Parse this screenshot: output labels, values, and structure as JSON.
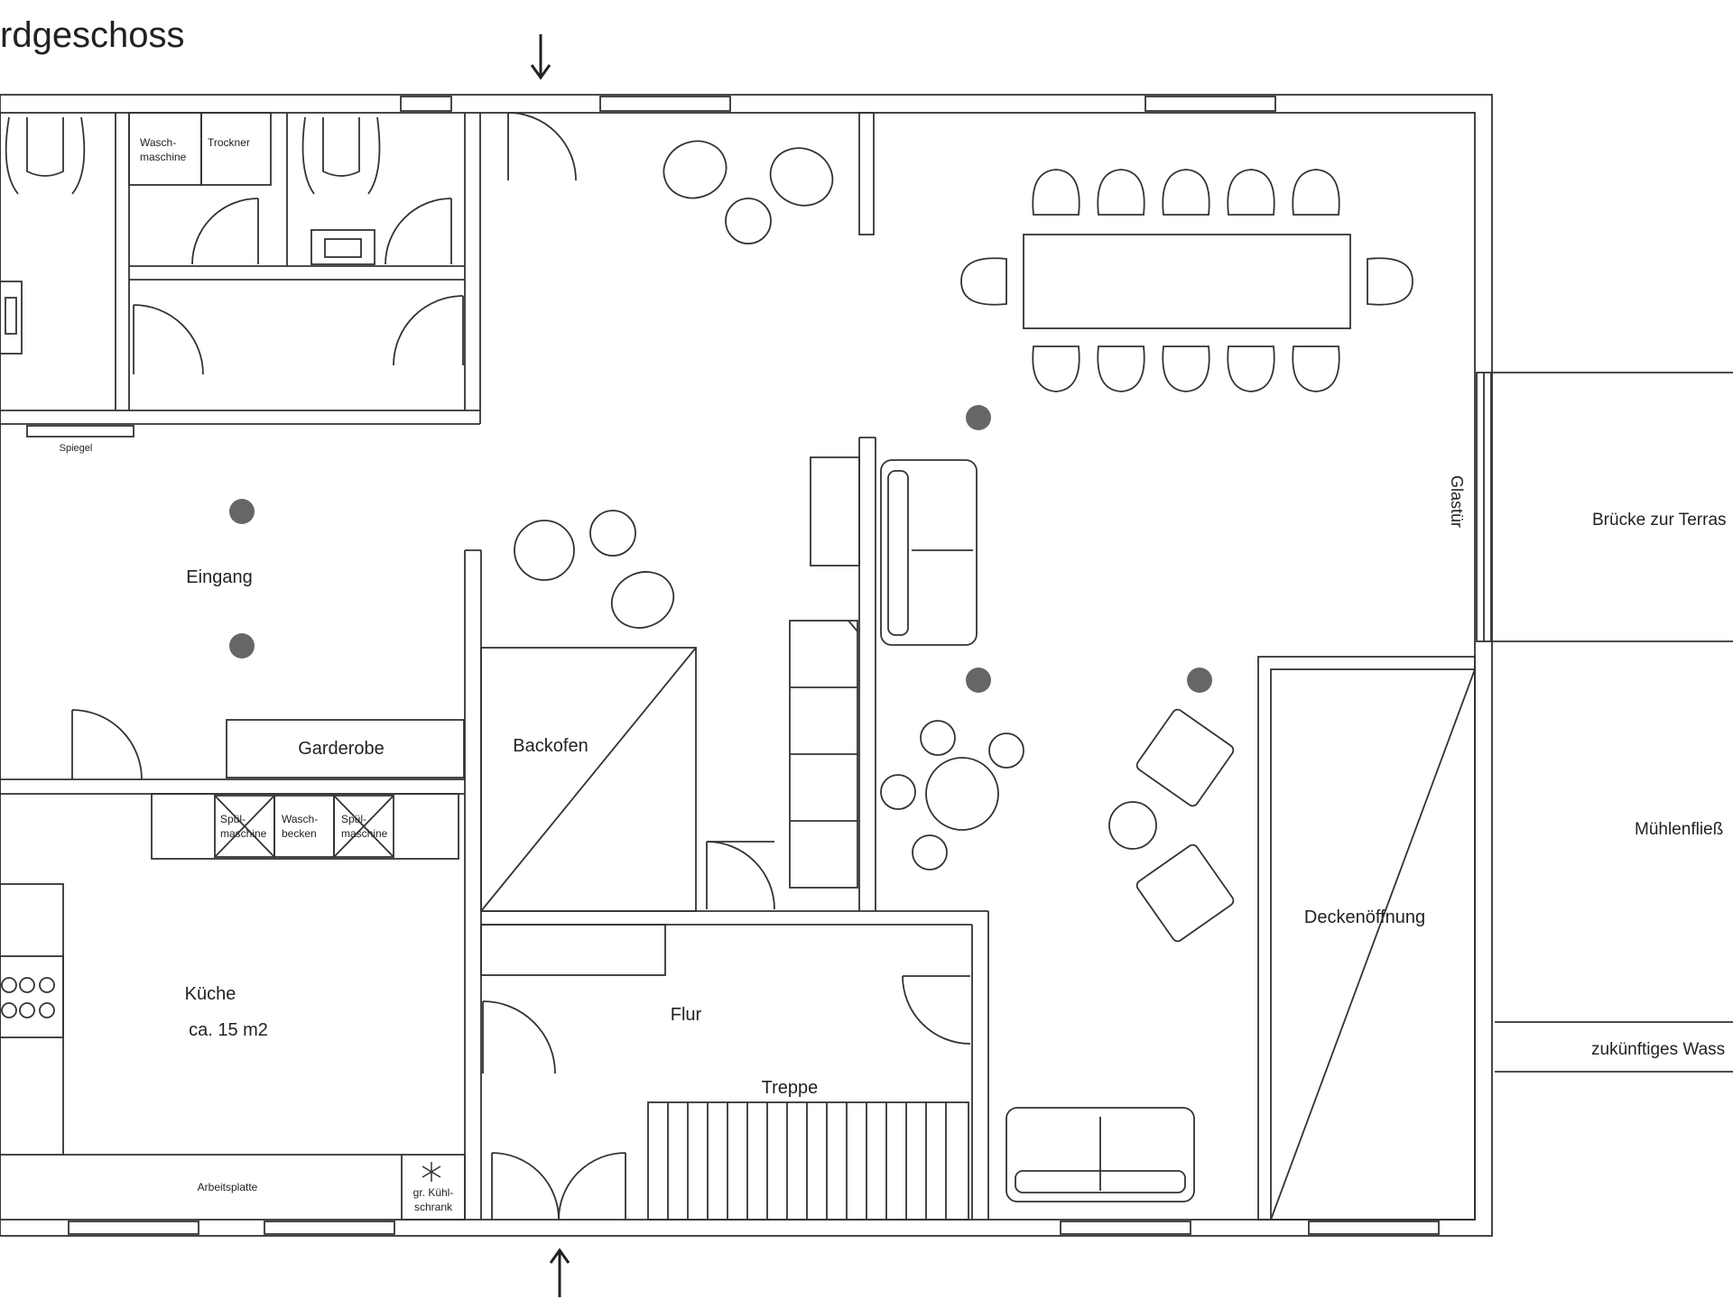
{
  "header": {
    "title": "rdgeschoss"
  },
  "rooms": {
    "eingang": "Eingang",
    "garderobe": "Garderobe",
    "backofen": "Backofen",
    "kueche": "Küche",
    "kueche_area": "ca. 15 m2",
    "flur": "Flur",
    "treppe": "Treppe",
    "deckenoeffnung": "Deckenöffnung",
    "glastuer": "Glastür"
  },
  "fixtures": {
    "spiegel": "Spiegel",
    "waschmaschine_1": "Wasch-",
    "waschmaschine_2": "maschine",
    "trockner": "Trockner",
    "spuelmaschine_1": "Spül-",
    "spuelmaschine_2": "maschine",
    "waschbecken_1": "Wasch-",
    "waschbecken_2": "becken",
    "arbeitsplatte": "Arbeitsplatte",
    "kuehlschrank_1": "gr. Kühl-",
    "kuehlschrank_2": "schrank"
  },
  "outside": {
    "bruecke": "Brücke zur Terras",
    "muehlenfliess": "Mühlenfließ",
    "wasser": "zukünftiges Wass"
  },
  "colors": {
    "line": "#333333",
    "column": "#666666",
    "background": "#ffffff"
  },
  "icons": [
    "arrow-down-icon",
    "arrow-up-icon",
    "snowflake-icon"
  ]
}
